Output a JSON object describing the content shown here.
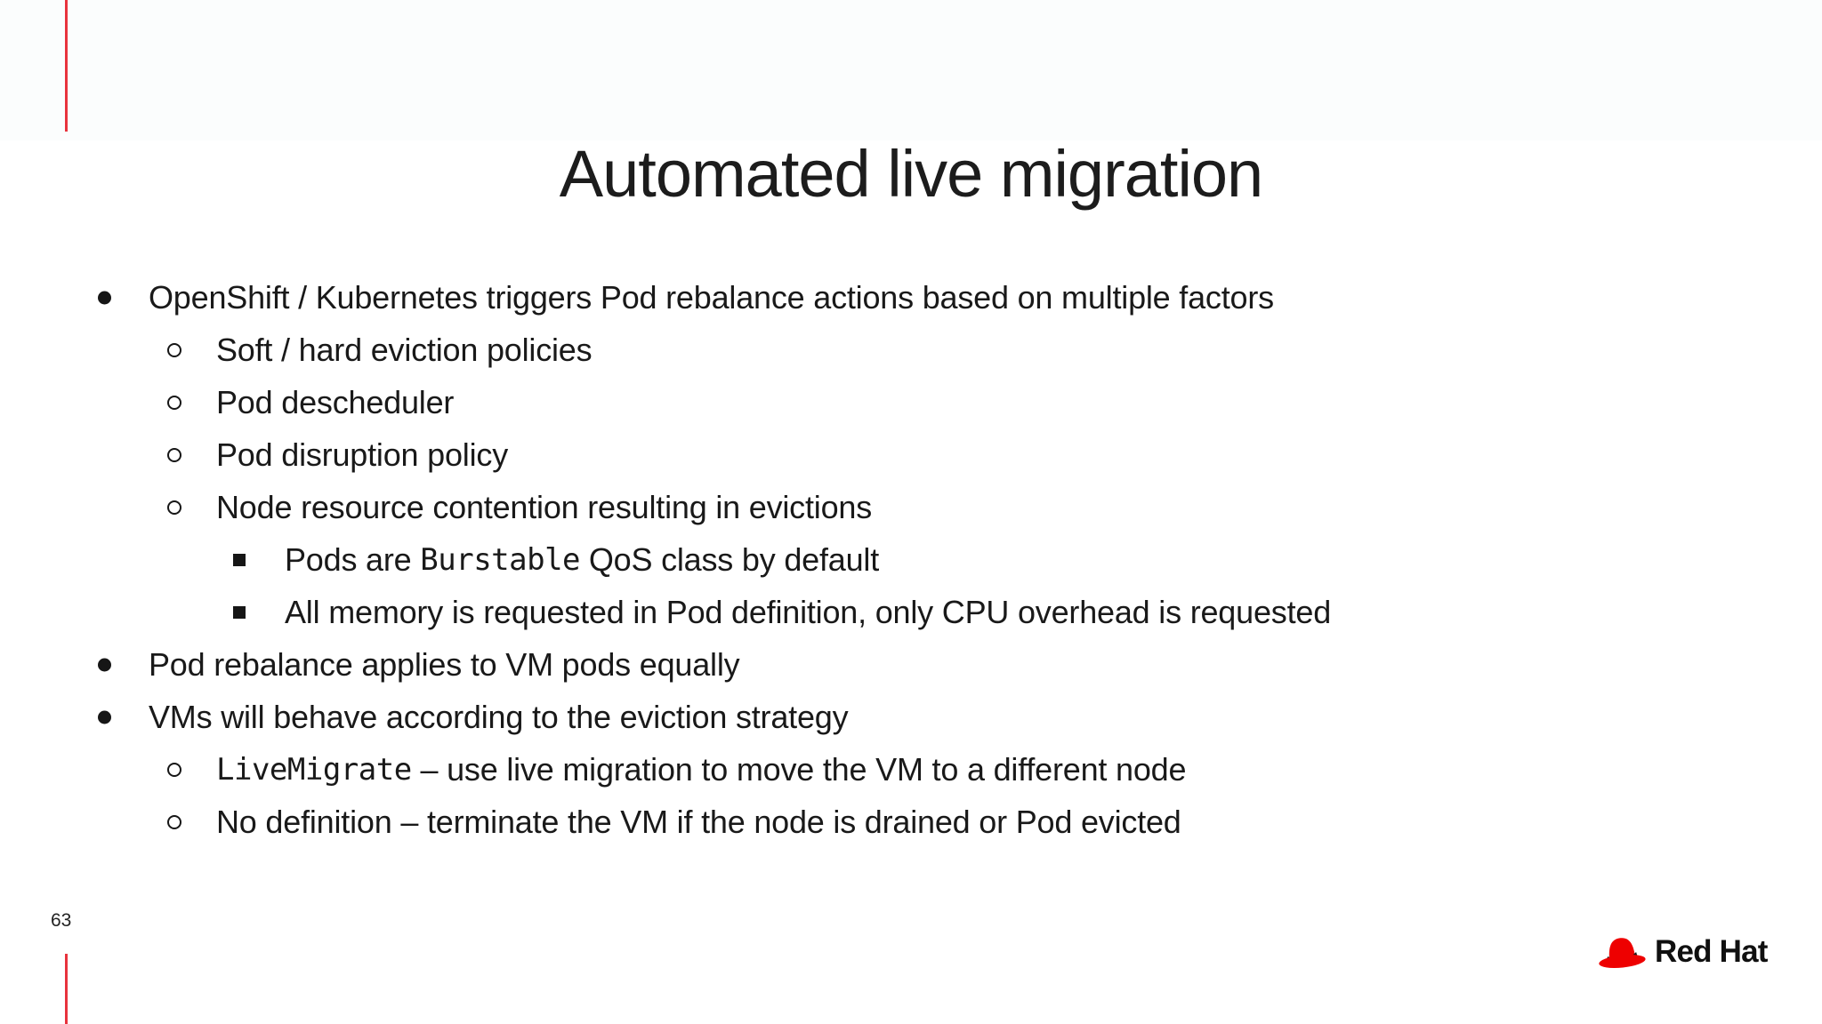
{
  "slide": {
    "title": "Automated live migration",
    "page_number": "63",
    "footer": {
      "logo_text": "Red Hat",
      "logo_icon": "fedora-icon"
    },
    "colors": {
      "brand_red": "#ee0000",
      "accent_line_red": "#e8333d",
      "text": "#191919",
      "background": "#ffffff"
    },
    "list": {
      "items": [
        {
          "level": 1,
          "text": "OpenShift / Kubernetes triggers Pod rebalance actions based on multiple factors"
        },
        {
          "level": 2,
          "text": "Soft / hard eviction policies"
        },
        {
          "level": 2,
          "text": "Pod descheduler"
        },
        {
          "level": 2,
          "text": "Pod disruption policy"
        },
        {
          "level": 2,
          "text": "Node resource contention resulting in evictions"
        },
        {
          "level": 3,
          "pre": "Pods are ",
          "code": "Burstable",
          "post": " QoS class by default"
        },
        {
          "level": 3,
          "text": "All memory is requested in Pod definition, only CPU overhead is requested"
        },
        {
          "level": 1,
          "text": "Pod rebalance applies to VM pods equally"
        },
        {
          "level": 1,
          "text": "VMs will behave according to the eviction strategy"
        },
        {
          "level": 2,
          "code": "LiveMigrate",
          "post": " – use live migration to move the VM to a different node"
        },
        {
          "level": 2,
          "text": "No definition – terminate the VM if the node is drained or Pod evicted"
        }
      ]
    }
  }
}
